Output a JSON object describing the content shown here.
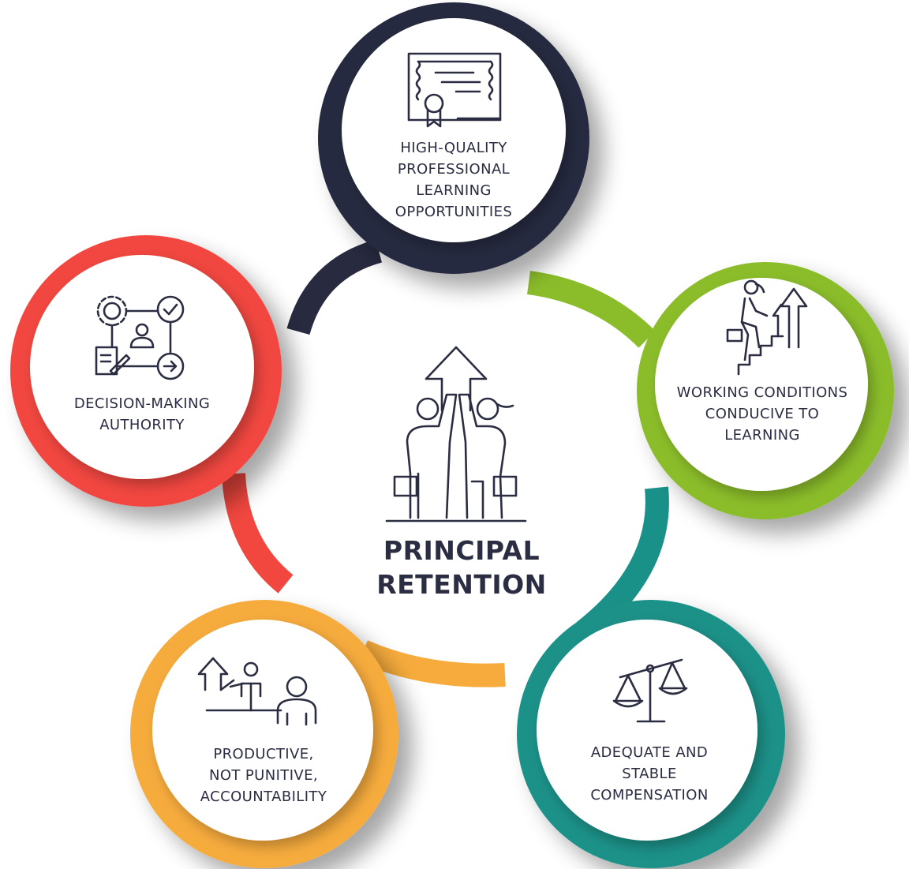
{
  "center": {
    "title_lines": [
      "PRINCIPAL",
      "RETENTION"
    ],
    "icon": "high-five-growth-icon"
  },
  "nodes": [
    {
      "id": "professional-learning",
      "lines": [
        "HIGH-QUALITY",
        "PROFESSIONAL",
        "LEARNING",
        "OPPORTUNITIES"
      ],
      "color": "#282a40",
      "icon": "certificate-icon"
    },
    {
      "id": "working-conditions",
      "lines": [
        "WORKING CONDITIONS",
        "CONDUCIVE TO",
        "LEARNING"
      ],
      "color": "#8bbd2a",
      "icon": "stairs-climber-icon"
    },
    {
      "id": "compensation",
      "lines": [
        "ADEQUATE AND",
        "STABLE",
        "COMPENSATION"
      ],
      "color": "#1a9188",
      "icon": "balance-scale-icon"
    },
    {
      "id": "accountability",
      "lines": [
        "PRODUCTIVE,",
        "NOT PUNITIVE,",
        "ACCOUNTABILITY"
      ],
      "color": "#f6ab3c",
      "icon": "presentation-growth-icon"
    },
    {
      "id": "decision-making",
      "lines": [
        "DECISION-MAKING",
        "AUTHORITY"
      ],
      "color": "#f1473f",
      "icon": "workflow-settings-icon"
    }
  ]
}
